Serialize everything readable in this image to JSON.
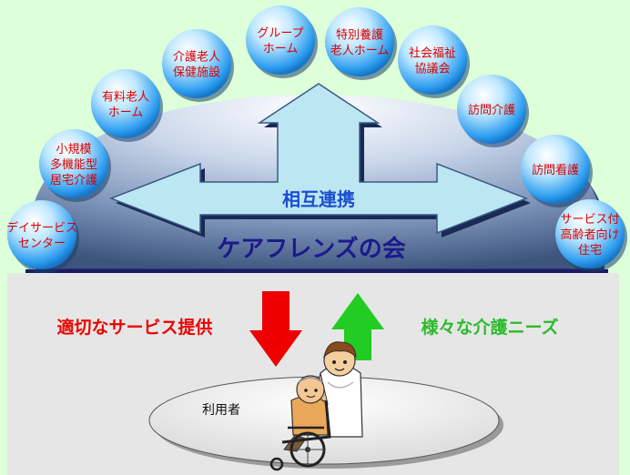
{
  "organization": {
    "name": "ケアフレンズの会"
  },
  "cooperation_label": "相互連携",
  "facilities": [
    {
      "lines": [
        "デイサービス",
        "センター"
      ]
    },
    {
      "lines": [
        "小規模",
        "多機能型",
        "居宅介護"
      ]
    },
    {
      "lines": [
        "有料老人",
        "ホーム"
      ]
    },
    {
      "lines": [
        "介護老人",
        "保健施設"
      ]
    },
    {
      "lines": [
        "グループ",
        "ホーム"
      ]
    },
    {
      "lines": [
        "特別養護",
        "老人ホーム"
      ]
    },
    {
      "lines": [
        "社会福祉",
        "協議会"
      ]
    },
    {
      "lines": [
        "訪問介護"
      ]
    },
    {
      "lines": [
        "訪問看護"
      ]
    },
    {
      "lines": [
        "サービス付",
        "高齢者向け",
        "住宅"
      ]
    }
  ],
  "flows": {
    "down_label": "適切なサービス提供",
    "up_label": "様々な介護ニーズ"
  },
  "user_label": "利用者",
  "colors": {
    "background": "#ddffd9",
    "lower_panel": "#e8e8e8",
    "facility_text": "#dd0000",
    "down_arrow": "#ff0000",
    "up_arrow": "#22cc22",
    "cooperation_text": "#1a4fd0",
    "org_text": "#1a1a8c"
  }
}
